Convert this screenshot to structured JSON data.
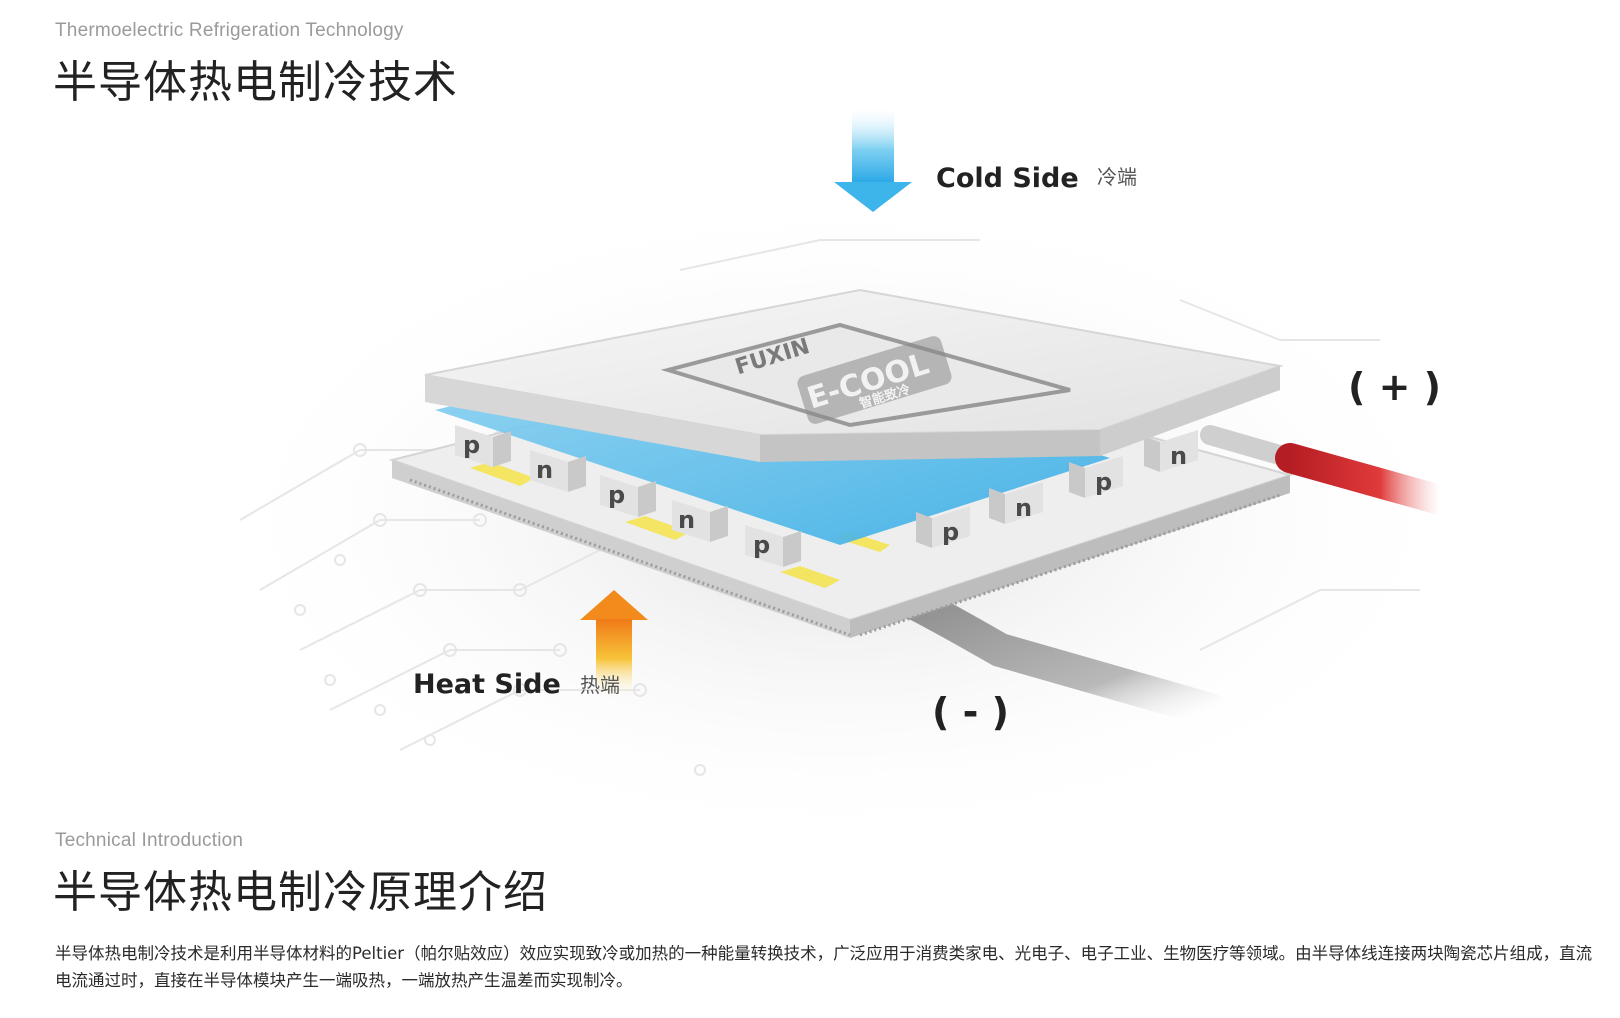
{
  "section1": {
    "subtitle": "Thermoelectric Refrigeration Technology",
    "title": "半导体热电制冷技术"
  },
  "diagram": {
    "cold_label": "Cold Side",
    "cold_label_cn": "冷端",
    "heat_label": "Heat Side",
    "heat_label_cn": "热端",
    "positive_terminal": "( + )",
    "negative_terminal": "( - )",
    "brand_logo": "FUXIN",
    "product_logo": "E-COOL",
    "product_logo_cn": "智能致冷",
    "cells_back_row": [
      "p",
      "n",
      "p",
      "n",
      "p",
      "p",
      "n",
      "p",
      "n"
    ],
    "colors": {
      "cold_arrow": "#3db5ea",
      "heat_arrow": "#f28a1c",
      "cold_plate": "#58bde9",
      "heat_junction": "#f4e34a",
      "positive_wire": "#d2232a",
      "negative_wire": "#9a9a9a"
    }
  },
  "section2": {
    "subtitle": "Technical Introduction",
    "title": "半导体热电制冷原理介绍",
    "body": "半导体热电制冷技术是利用半导体材料的Peltier（帕尔贴效应）效应实现致冷或加热的一种能量转换技术，广泛应用于消费类家电、光电子、电子工业、生物医疗等领域。由半导体线连接两块陶瓷芯片组成，直流电流通过时，直接在半导体模块产生一端吸热，一端放热产生温差而实现制冷。"
  }
}
